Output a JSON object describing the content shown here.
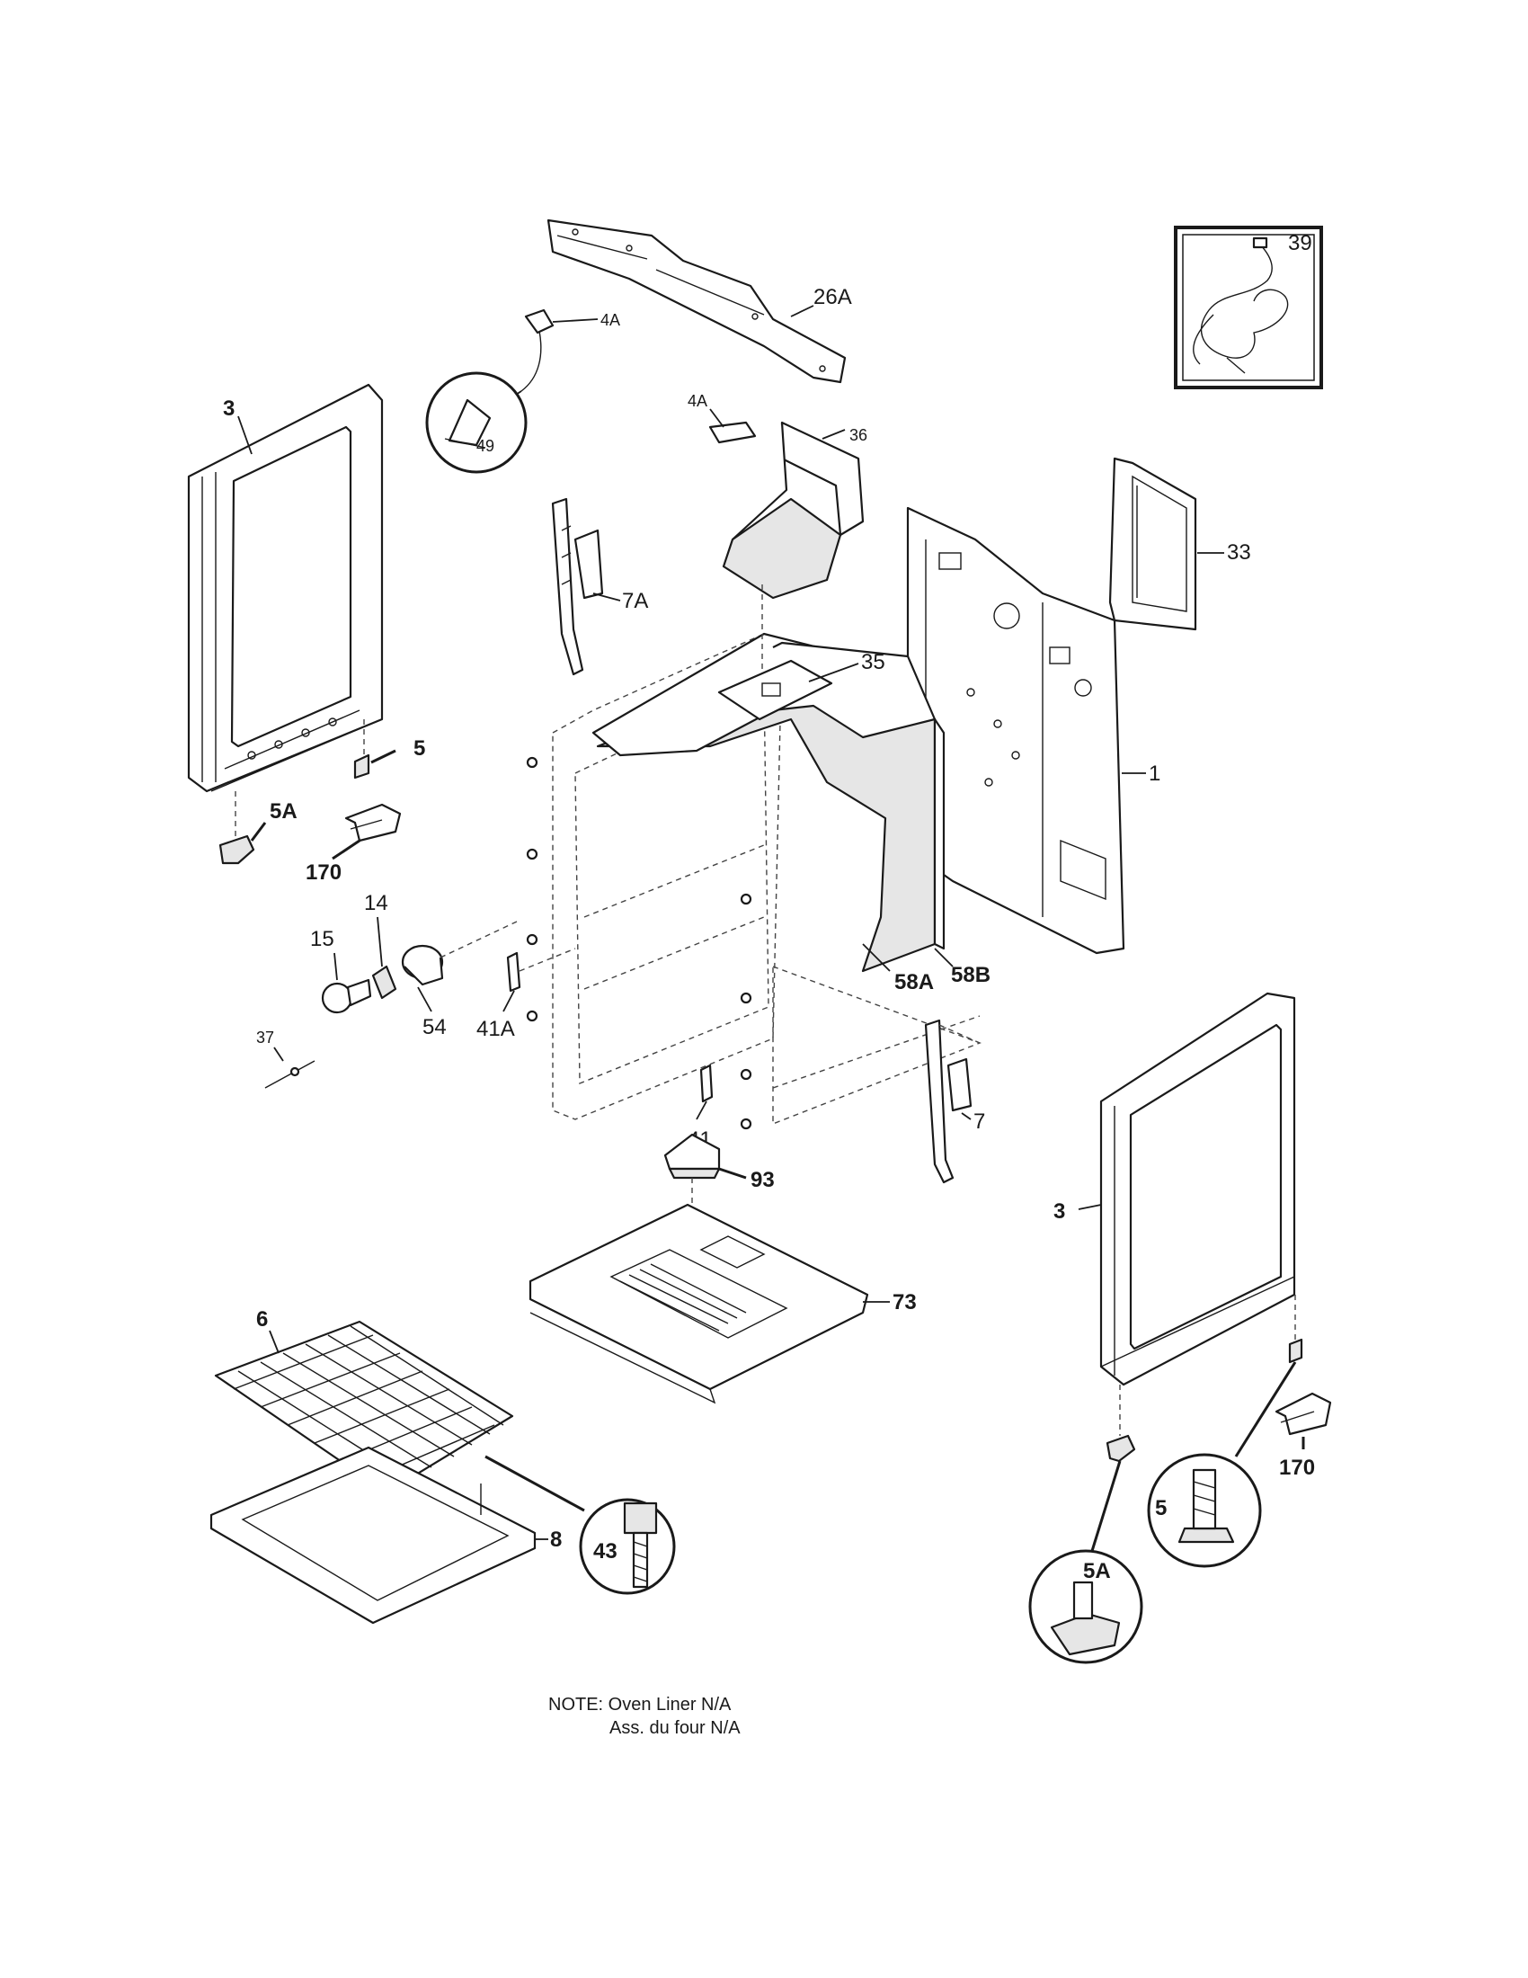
{
  "labels": {
    "p26A": "26A",
    "p4A_top": "4A",
    "p4A_mid": "4A",
    "p49": "49",
    "p39": "39",
    "p3_left": "3",
    "p36": "36",
    "p33": "33",
    "p7A": "7A",
    "p35": "35",
    "p1": "1",
    "p5_left": "5",
    "p5A_left": "5A",
    "p170_left": "170",
    "p14": "14",
    "p15": "15",
    "p54": "54",
    "p41A": "41A",
    "p58A": "58A",
    "p58B": "58B",
    "p37": "37",
    "p41": "41",
    "p7": "7",
    "p93": "93",
    "p73": "73",
    "p3_right": "3",
    "p6": "6",
    "p170_right": "170",
    "p43": "43",
    "p8": "8",
    "p5_right": "5",
    "p5A_right": "5A"
  },
  "note": {
    "line1": "NOTE: Oven Liner N/A",
    "line2": "Ass. du four N/A"
  }
}
